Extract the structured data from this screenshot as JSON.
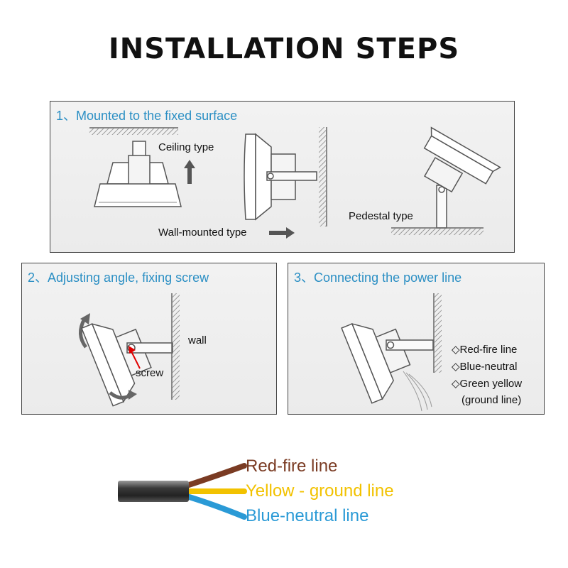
{
  "title": "INSTALLATION STEPS",
  "panels": {
    "p1": {
      "title": "1、Mounted to the fixed surface",
      "ceiling": "Ceiling type",
      "wall": "Wall-mounted type",
      "pedestal": "Pedestal type"
    },
    "p2": {
      "title": "2、Adjusting angle, fixing screw",
      "wall": "wall",
      "screw": "screw"
    },
    "p3": {
      "title": "3、Connecting the power line",
      "legend": [
        "◇Red-fire line",
        "◇Blue-neutral",
        "◇Green yellow",
        "(ground line)"
      ]
    }
  },
  "wires": {
    "red": "Red-fire line",
    "yellow": "Yellow - ground line",
    "blue": "Blue-neutral line"
  },
  "colors": {
    "accent": "#2b8fc4",
    "red_wire": "#7a3b23",
    "yellow_wire": "#f2c200",
    "blue_wire": "#2a9ad6",
    "arrow_red": "#e00000"
  },
  "icons": [
    "floodlight-icon",
    "hatch-surface-icon",
    "arrow-up-icon",
    "arrow-right-icon",
    "rotate-arrow-icon",
    "cable-icon"
  ]
}
